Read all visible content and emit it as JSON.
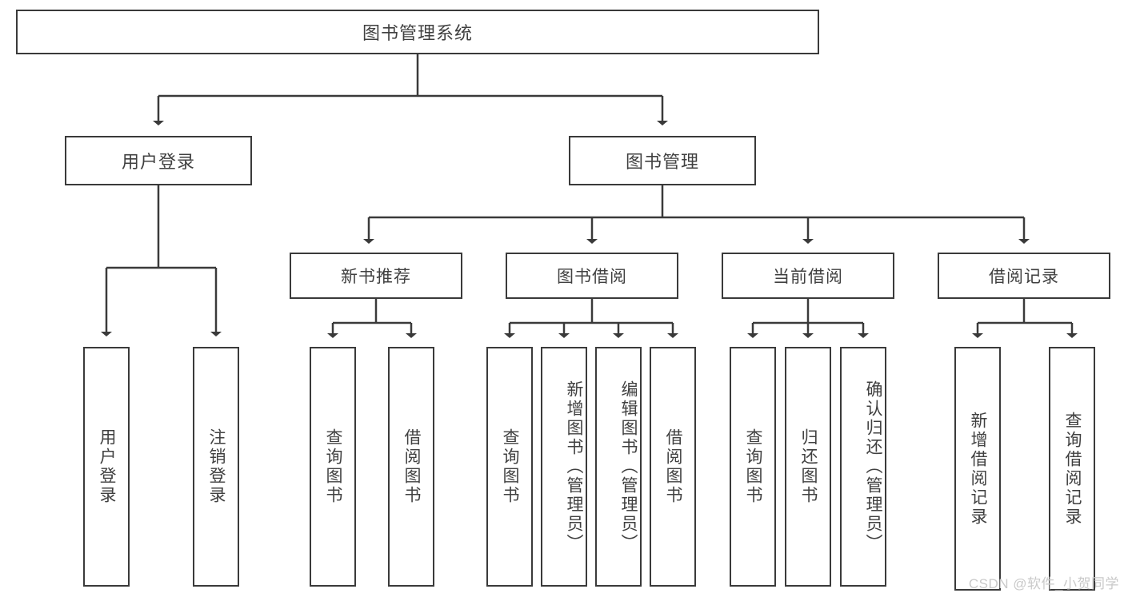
{
  "diagram": {
    "title": "图书管理系统",
    "type": "tree",
    "root": {
      "label": "图书管理系统"
    },
    "level2": [
      {
        "label": "用户登录"
      },
      {
        "label": "图书管理"
      }
    ],
    "level3": [
      {
        "label": "新书推荐"
      },
      {
        "label": "图书借阅"
      },
      {
        "label": "当前借阅"
      },
      {
        "label": "借阅记录"
      }
    ],
    "leaves": [
      {
        "label": "用户登录",
        "parent": "用户登录"
      },
      {
        "label": "注销登录",
        "parent": "用户登录"
      },
      {
        "label": "查询图书",
        "parent": "新书推荐"
      },
      {
        "label": "借阅图书",
        "parent": "新书推荐"
      },
      {
        "label": "查询图书",
        "parent": "图书借阅"
      },
      {
        "label": "新增图书（管理员）",
        "parent": "图书借阅"
      },
      {
        "label": "编辑图书（管理员）",
        "parent": "图书借阅"
      },
      {
        "label": "借阅图书",
        "parent": "图书借阅"
      },
      {
        "label": "查询图书",
        "parent": "当前借阅"
      },
      {
        "label": "归还图书",
        "parent": "当前借阅"
      },
      {
        "label": "确认归还（管理员）",
        "parent": "当前借阅"
      },
      {
        "label": "新增借阅记录",
        "parent": "借阅记录"
      },
      {
        "label": "查询借阅记录",
        "parent": "借阅记录"
      }
    ]
  },
  "watermark": {
    "text": "CSDN @软件_小贺同学"
  },
  "colors": {
    "border": "#3a3a3a",
    "text": "#404040",
    "background": "#ffffff",
    "watermark": "#c9c9c9"
  }
}
